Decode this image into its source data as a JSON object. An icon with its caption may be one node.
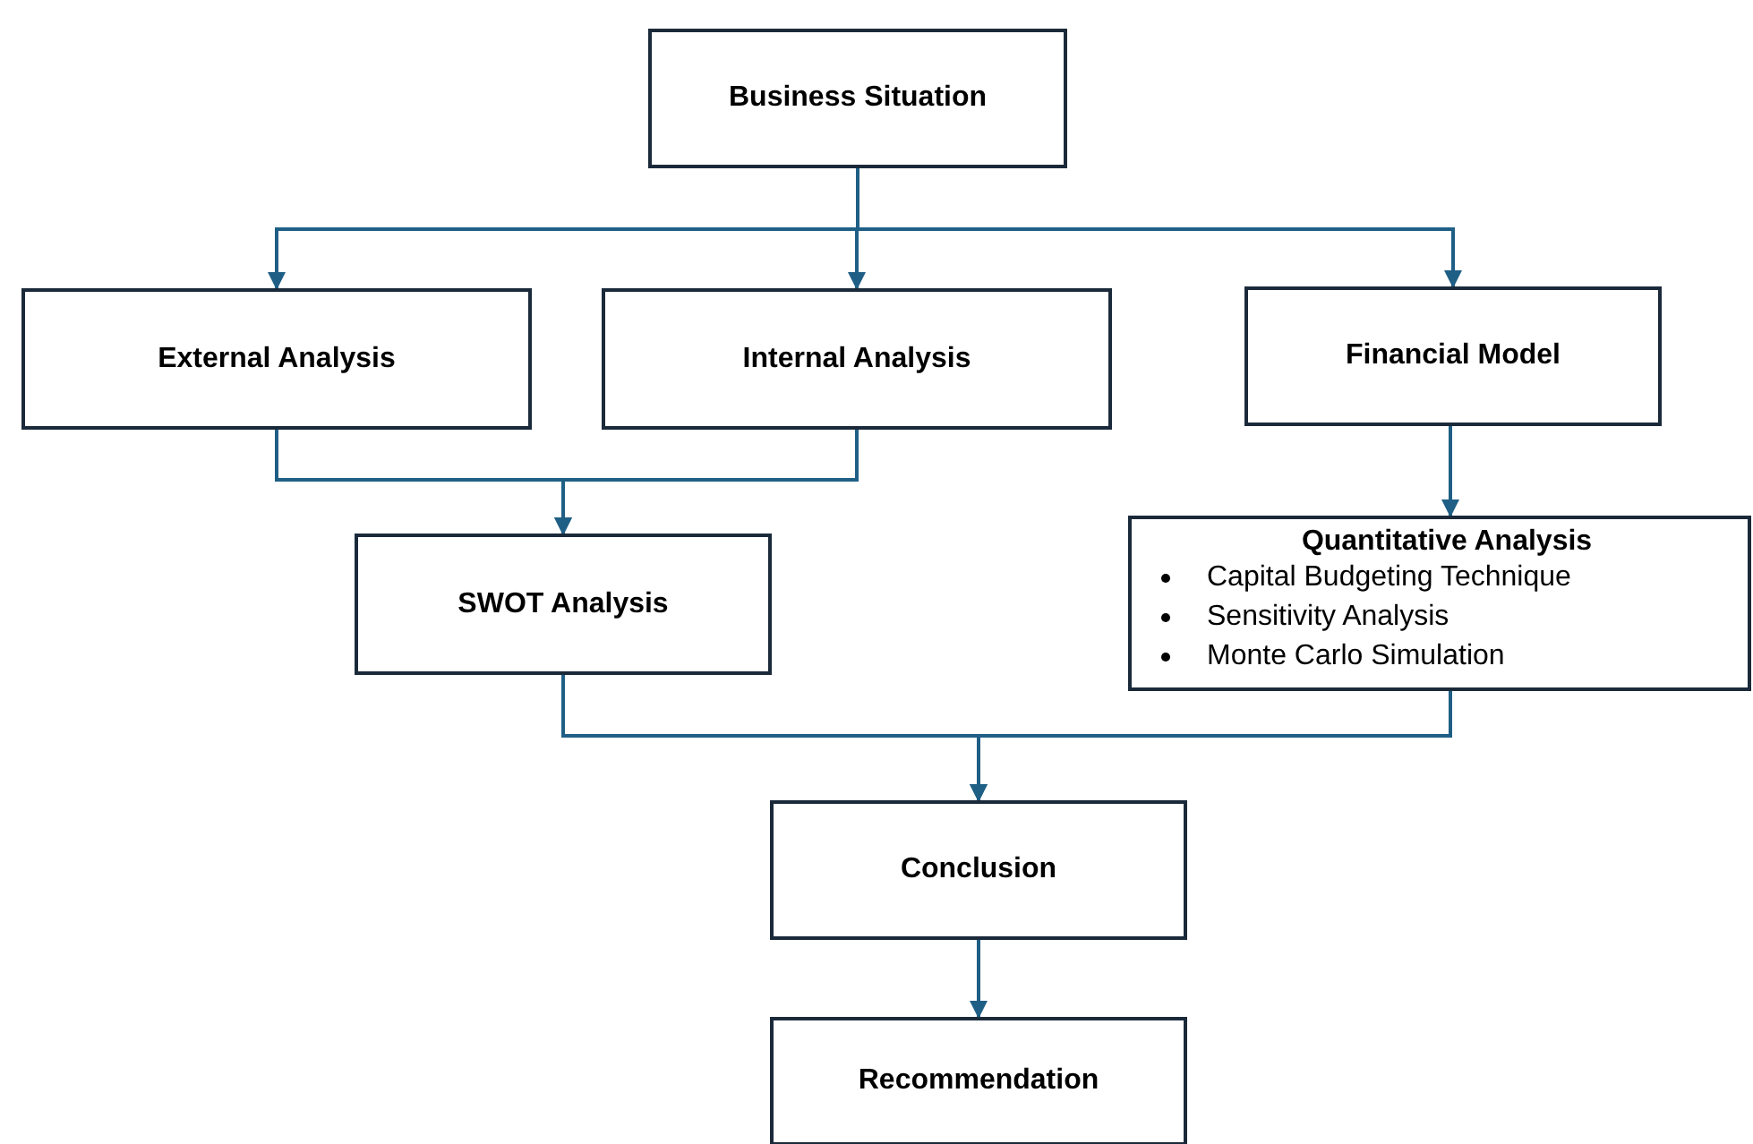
{
  "diagram": {
    "nodes": [
      {
        "text": [
          "Business Situation"
        ]
      },
      {
        "text": [
          "External Analysis"
        ]
      },
      {
        "text": [
          "Internal Analysis"
        ]
      },
      {
        "text": [
          "Financial Model"
        ]
      },
      {
        "text": [
          "SWOT Analysis"
        ]
      },
      {
        "text": [
          "Quantitative Analysis",
          "Capital Budgeting Technique",
          "Sensitivity Analysis",
          "Monte Carlo Simulation"
        ]
      },
      {
        "text": [
          "Conclusion"
        ]
      },
      {
        "text": [
          "Recommendation"
        ]
      }
    ],
    "edges": [
      {
        "from": 0,
        "to": 1,
        "arrow": "to"
      },
      {
        "from": 0,
        "to": 2,
        "arrow": "to"
      },
      {
        "from": 0,
        "to": 3,
        "arrow": "to"
      },
      {
        "from": 1,
        "to": 4,
        "arrow": "to"
      },
      {
        "from": 2,
        "to": 4,
        "arrow": "to"
      },
      {
        "from": 3,
        "to": 5,
        "arrow": "to"
      },
      {
        "from": 4,
        "to": 6,
        "arrow": "to"
      },
      {
        "from": 5,
        "to": 6,
        "arrow": "to"
      },
      {
        "from": 6,
        "to": 7,
        "arrow": "to"
      }
    ]
  }
}
